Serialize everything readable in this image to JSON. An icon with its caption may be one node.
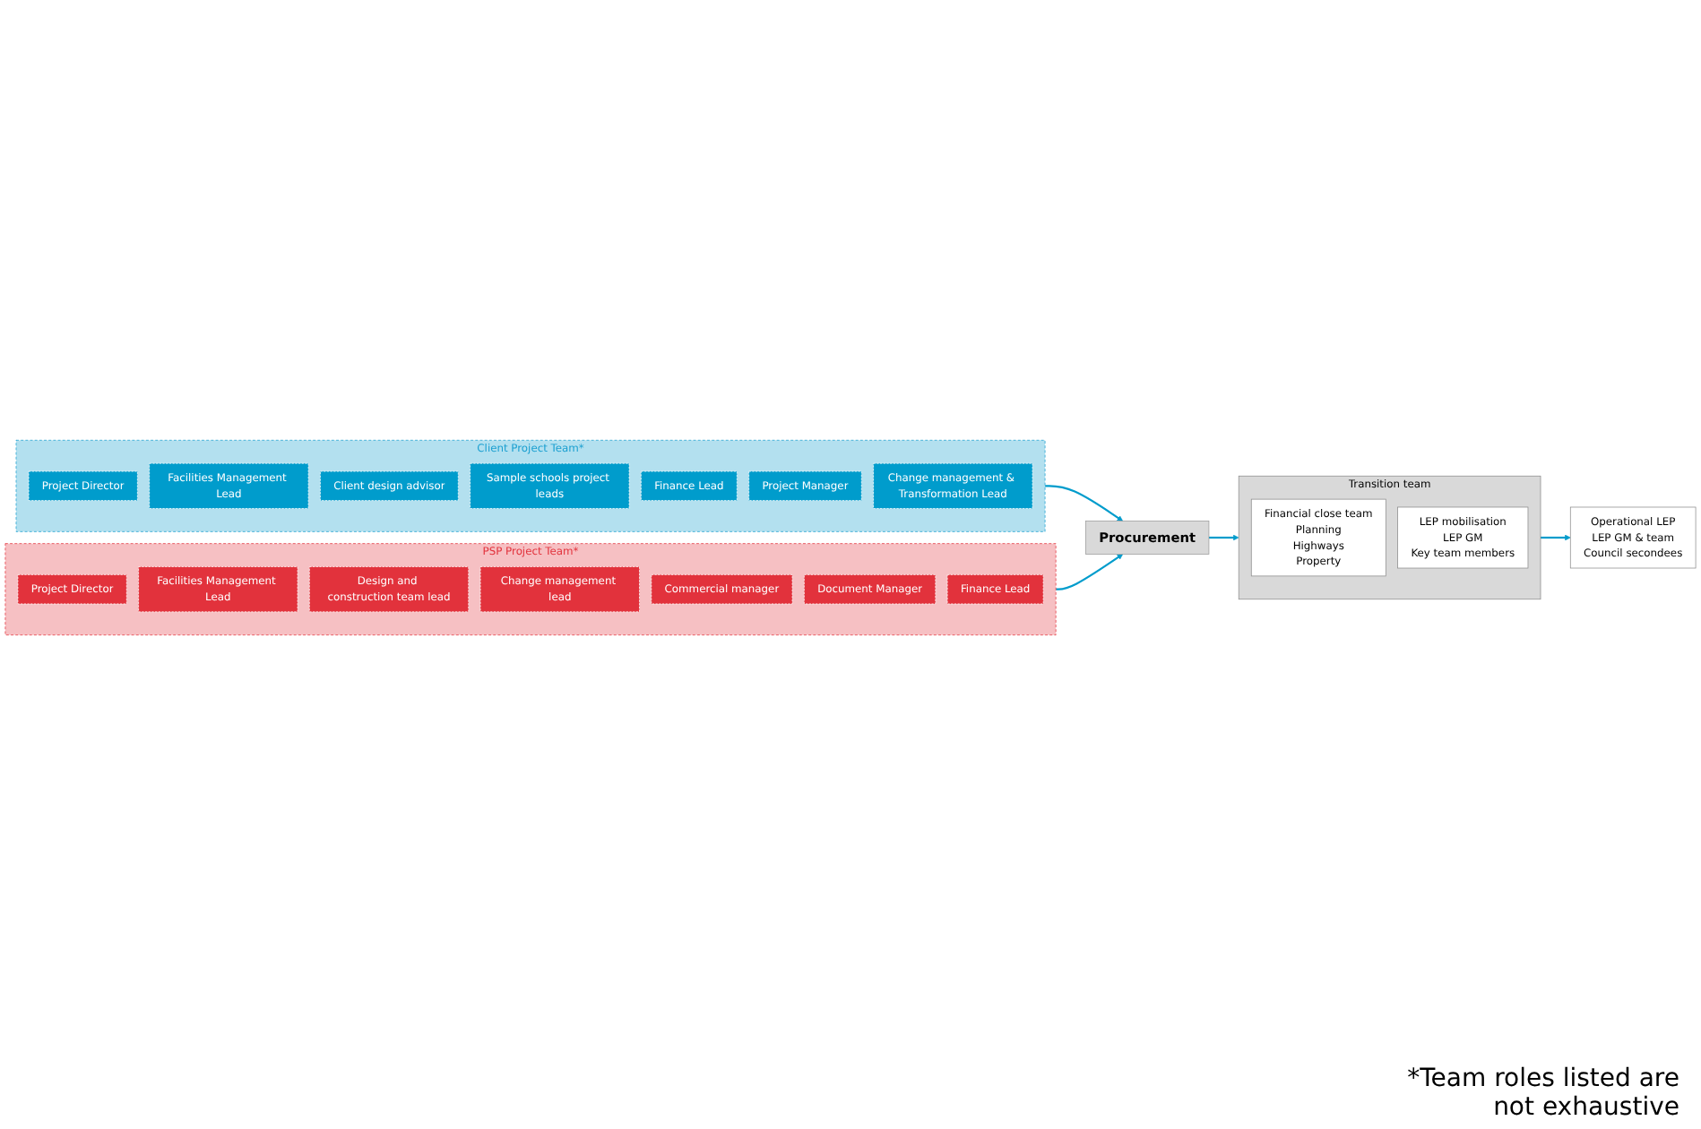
{
  "diagram": {
    "nodes": [
      {
        "text": [
          "Client Project Team*"
        ]
      },
      {
        "text": [
          "Project Director"
        ],
        "in": 0
      },
      {
        "text": [
          "Facilities Management Lead"
        ],
        "in": 0
      },
      {
        "text": [
          "Client design advisor"
        ],
        "in": 0
      },
      {
        "text": [
          "Sample schools project leads"
        ],
        "in": 0
      },
      {
        "text": [
          "Finance Lead"
        ],
        "in": 0
      },
      {
        "text": [
          "Project Manager"
        ],
        "in": 0
      },
      {
        "text": [
          "Change management & Transformation Lead"
        ],
        "in": 0
      },
      {
        "text": [
          "Procurement"
        ]
      },
      {
        "text": [
          "Transition team"
        ]
      },
      {
        "text": [
          "Financial close team",
          "Planning",
          "Highways",
          "Property"
        ],
        "in": 9
      },
      {
        "text": [
          "LEP mobilisation",
          "LEP GM",
          "Key team members"
        ],
        "in": 9
      },
      {
        "text": [
          "Operational LEP",
          "LEP GM & team",
          "Council secondees"
        ]
      },
      {
        "text": [
          "PSP Project Team*"
        ]
      },
      {
        "text": [
          "Project Director"
        ],
        "in": 13
      },
      {
        "text": [
          "Facilities Management Lead"
        ],
        "in": 13
      },
      {
        "text": [
          "Design and construction team lead"
        ],
        "in": 13
      },
      {
        "text": [
          "Change management lead"
        ],
        "in": 13
      },
      {
        "text": [
          "Commercial manager"
        ],
        "in": 13
      },
      {
        "text": [
          "Document Manager"
        ],
        "in": 13
      },
      {
        "text": [
          "Finance Lead"
        ],
        "in": 13
      }
    ],
    "edges": [
      {
        "from": 0,
        "to": 8,
        "arrow": "to"
      },
      {
        "from": 13,
        "to": 8,
        "arrow": "to"
      },
      {
        "from": 8,
        "to": 9,
        "arrow": "to"
      },
      {
        "from": 9,
        "to": 12,
        "arrow": "to"
      }
    ],
    "labels": [
      "*Team roles listed are not exhaustive"
    ]
  }
}
